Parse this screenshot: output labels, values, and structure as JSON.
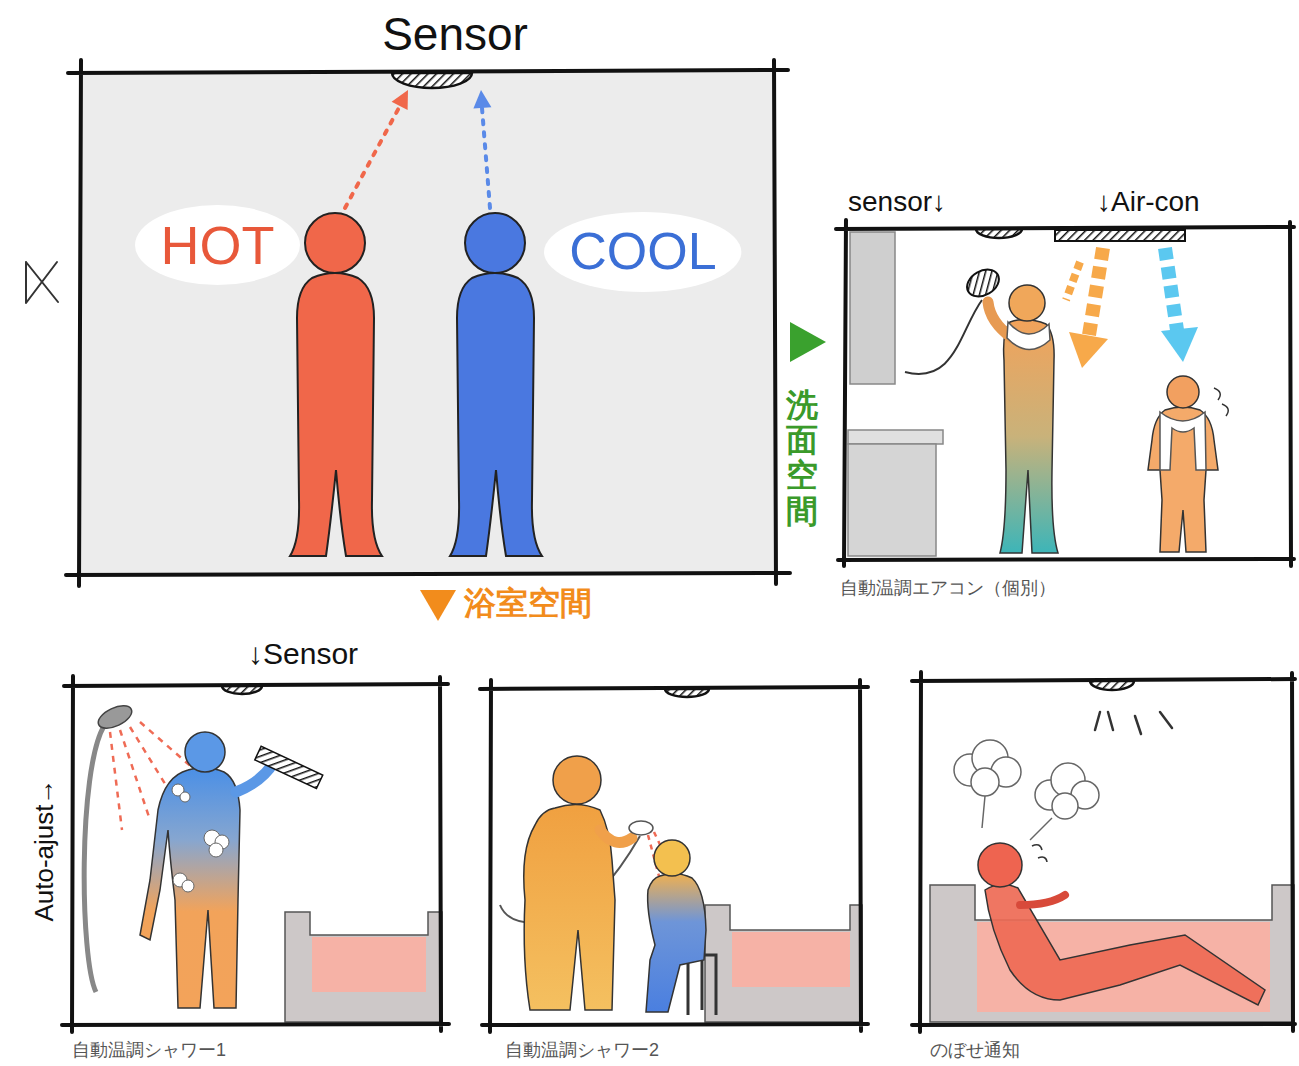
{
  "diagram": {
    "nodes": [
      {
        "text": [
          "Sensor"
        ]
      },
      {
        "text": [
          "HOT"
        ],
        "in": 0
      },
      {
        "text": [
          "COOL"
        ],
        "in": 0
      },
      {
        "text": [
          "sensor↓",
          "↓Air-con",
          "自動温調エアコン（個別）"
        ]
      },
      {
        "text": [
          "↓Sensor",
          "Auto-ajust→",
          "自動温調シャワー1"
        ]
      },
      {
        "text": [
          "自動温調シャワー2"
        ]
      },
      {
        "text": [
          "のぼせ通知"
        ]
      }
    ],
    "labels": [
      "洗面空間",
      "浴室空間"
    ]
  }
}
